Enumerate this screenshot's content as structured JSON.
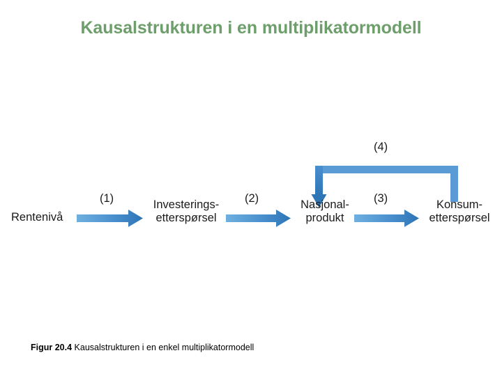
{
  "slide": {
    "background_color": "#ffffff",
    "title": "Kausalstrukturen i en multiplikatormodell",
    "title_color": "#6E9E6B"
  },
  "diagram": {
    "type": "flow-diagram",
    "arrow_color_light": "#5B9BD5",
    "arrow_color_dark": "#2E75B6",
    "nodes": [
      {
        "id": "rentenivaa",
        "line1": "Rentenivå",
        "line2": ""
      },
      {
        "id": "investering",
        "line1": "Investerings-",
        "line2": "etterspørsel"
      },
      {
        "id": "nasjonalprodukt",
        "line1": "Nasjonal-",
        "line2": "produkt"
      },
      {
        "id": "konsum",
        "line1": "Konsum-",
        "line2": "etterspørsel"
      }
    ],
    "edges": [
      {
        "id": "e1",
        "label": "(1)",
        "from": "rentenivaa",
        "to": "investering",
        "shape": "straight-right"
      },
      {
        "id": "e2",
        "label": "(2)",
        "from": "investering",
        "to": "nasjonalprodukt",
        "shape": "straight-right"
      },
      {
        "id": "e3",
        "label": "(3)",
        "from": "nasjonalprodukt",
        "to": "konsum",
        "shape": "straight-right"
      },
      {
        "id": "e4",
        "label": "(4)",
        "from": "konsum",
        "to": "nasjonalprodukt",
        "shape": "elbow-up-left-down"
      }
    ]
  },
  "caption": {
    "prefix": "Figur 20.4",
    "text": "Kausalstrukturen i en enkel multiplikatormodell"
  }
}
